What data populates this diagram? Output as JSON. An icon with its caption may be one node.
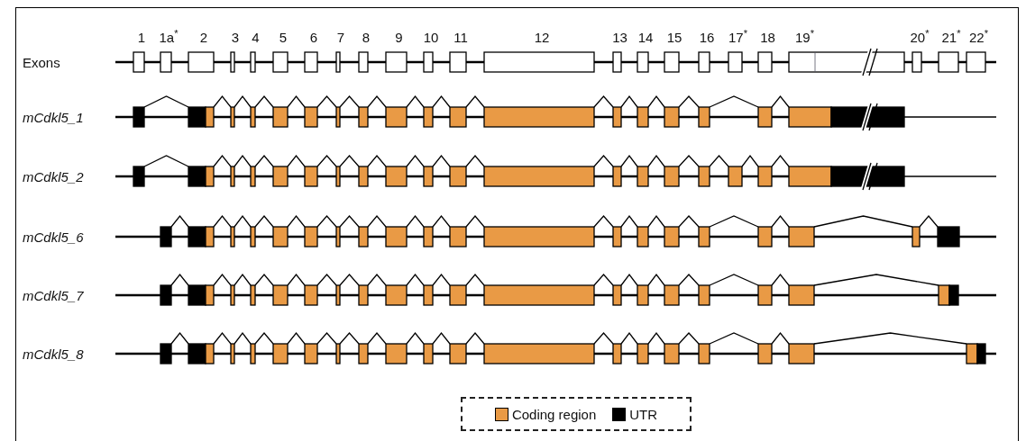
{
  "diagram": {
    "labels": [
      "1",
      "1a$^{*}$",
      "2",
      "3",
      "4",
      "5",
      "6",
      "7",
      "8",
      "9",
      "10",
      "11",
      "12",
      "13",
      "14",
      "15",
      "16",
      "17$^{*}$",
      "18",
      "19$^{*}$",
      "20$^{*}$",
      "21$^{*}$",
      "22$^{*}$",
      "Exons",
      "mCdkl5_1",
      "mCdkl5_2",
      "mCdkl5_6",
      "mCdkl5_7",
      "mCdkl5_8"
    ],
    "legend": [
      {
        "text": "Coding region",
        "color": "#e99a45"
      },
      {
        "text": "UTR",
        "color": "#000000"
      }
    ]
  }
}
